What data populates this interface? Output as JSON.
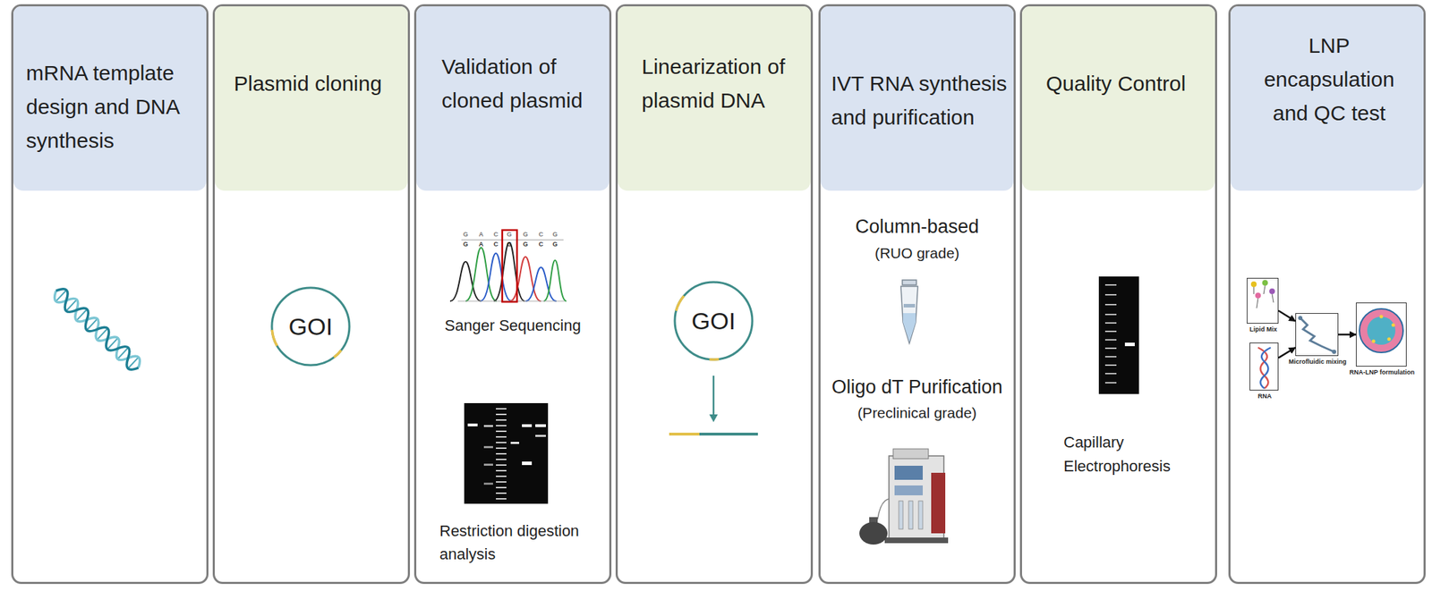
{
  "diagram": {
    "nodes": [
      {
        "text": [
          "mRNA template design and DNA synthesis"
        ]
      },
      {
        "text": [
          "Plasmid cloning"
        ]
      },
      {
        "text": [
          "GOI"
        ],
        "in": 1
      },
      {
        "text": [
          "Validation of cloned plasmid",
          "Sanger Sequencing",
          "Restriction digestion analysis"
        ]
      },
      {
        "text": [
          "Linearization of plasmid DNA"
        ]
      },
      {
        "text": [
          "GOI"
        ],
        "in": 4
      },
      {
        "text": [
          "IVT RNA synthesis and purification",
          "Column-based",
          "(RUO grade)",
          "Oligo dT Purification",
          "(Preclinical grade)"
        ]
      },
      {
        "text": [
          "Quality Control",
          "Capillary Electrophoresis"
        ]
      },
      {
        "text": [
          "LNP encapsulation and QC test"
        ]
      },
      {
        "text": [
          "Lipid Mix"
        ],
        "in": 8
      },
      {
        "text": [
          "RNA"
        ],
        "in": 8
      },
      {
        "text": [
          "Microfluidic mixing"
        ],
        "in": 8
      },
      {
        "text": [
          "RNA-LNP formulation"
        ],
        "in": 8
      }
    ],
    "edges": [
      {
        "from": 9,
        "to": 11,
        "arrow": "to"
      },
      {
        "from": 10,
        "to": 11,
        "arrow": "to"
      },
      {
        "from": 11,
        "to": 12,
        "arrow": "to"
      }
    ],
    "labels": [
      "G",
      "A",
      "C",
      "G",
      "G",
      "C",
      "G",
      "G",
      "A",
      "C",
      "G",
      "G",
      "C",
      "G"
    ]
  }
}
